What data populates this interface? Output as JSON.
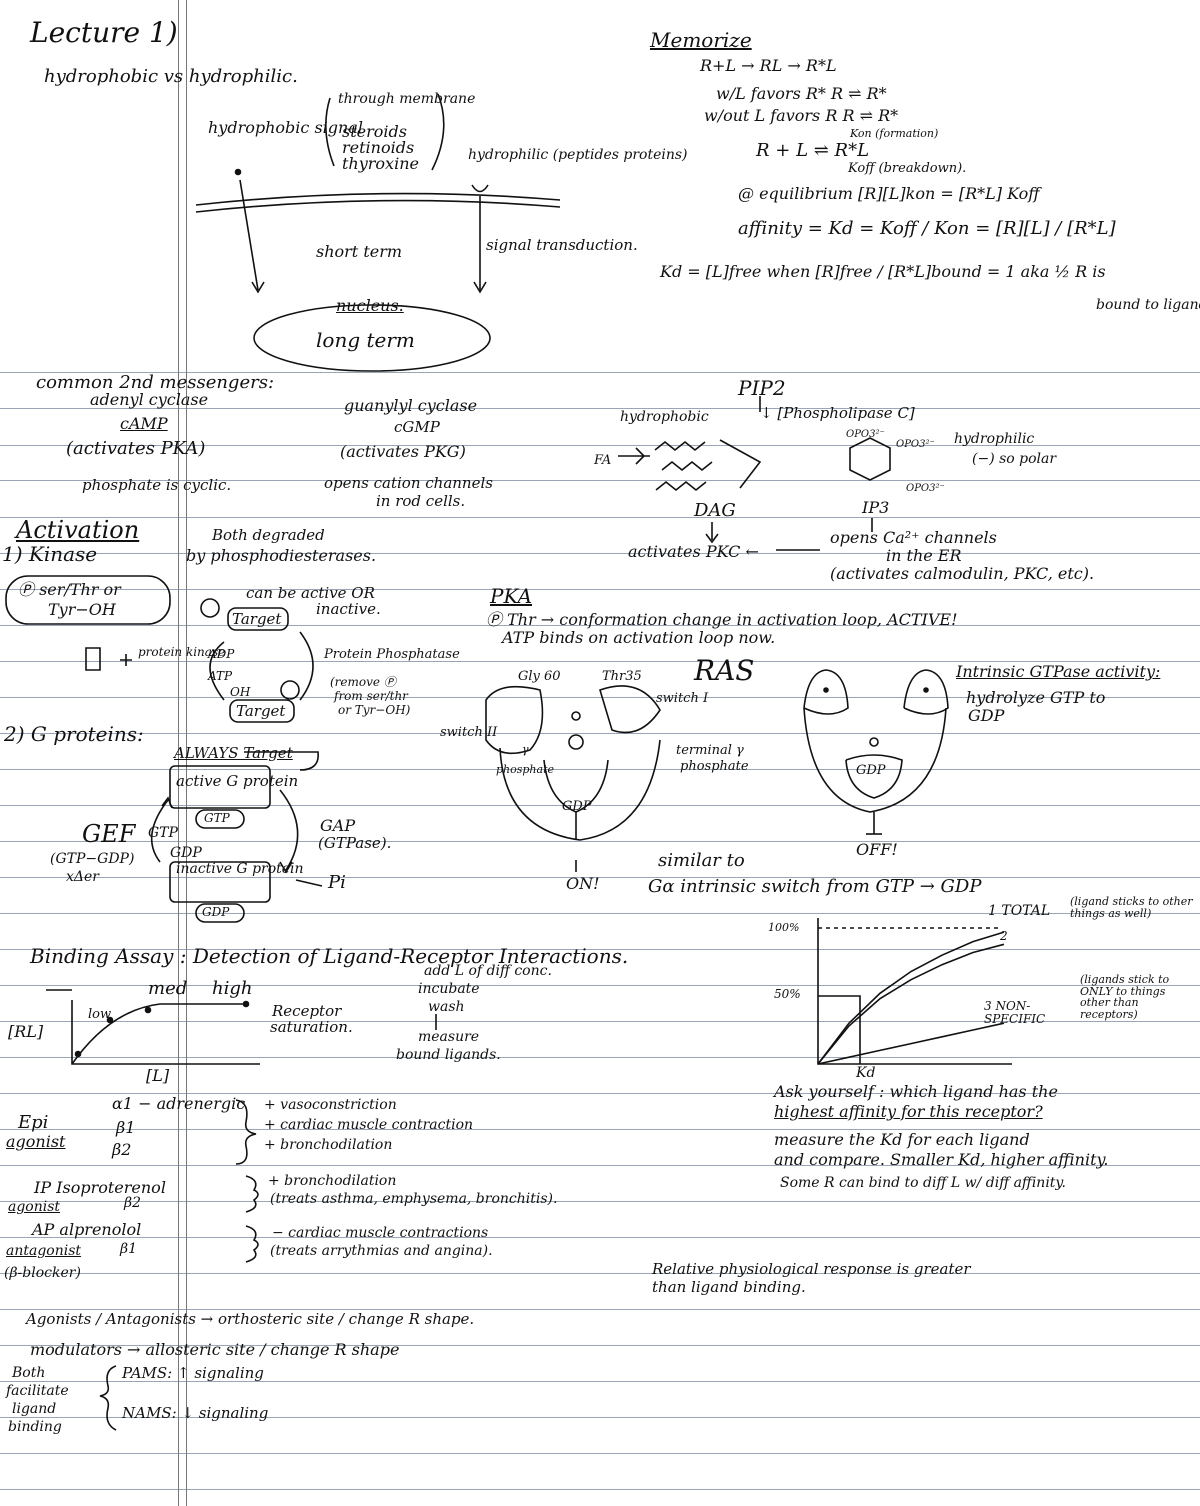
{
  "lecture": {
    "title": "Lecture 1)",
    "subtitle": "hydrophobic vs hydrophilic.",
    "hydrophobic_label": "hydrophobic signal",
    "through_membrane": "through membrane",
    "steroids": "steroids",
    "retinoids": "retinoids",
    "thyroxine": "thyroxine",
    "hydrophilic_label": "hydrophilic (peptides proteins)",
    "short_term": "short term",
    "signal_transduction": "signal transduction.",
    "nucleus": "nucleus.",
    "long_term": "long term"
  },
  "memorize": {
    "heading": "Memorize",
    "line1": "R+L → RL → R*L",
    "line2": "w/L favors R*    R ⇌ R*",
    "line3": "w/out L favors R   R ⇌ R*",
    "kon_note": "Kon (formation)",
    "line4": "R + L ⇌ R*L",
    "koff_note": "Koff (breakdown).",
    "equilibrium": "@ equilibrium   [R][L]kon = [R*L] Koff",
    "affinity": "affinity = Kd = Koff / Kon = [R][L] / [R*L]",
    "kd_line": "Kd = [L]free  when  [R]free / [R*L]bound = 1  aka ½ R is",
    "kd_tail": "bound to ligand."
  },
  "second_messengers": {
    "heading": "common 2nd messengers:",
    "adenyl": "adenyl cyclase",
    "camp": "cAMP",
    "activates_pka": "(activates PKA)",
    "phosphate_cyclic": "phosphate is cyclic.",
    "guanylyl": "guanylyl cyclase",
    "cgmp": "cGMP",
    "activates_pkg": "(activates PKG)",
    "opens_cation": "opens cation channels",
    "rod_cells": "in rod cells.",
    "both_degraded": "Both degraded",
    "phosphodiesterases": "by phosphodiesterases."
  },
  "pip2": {
    "heading": "PIP2",
    "hydrophobic": "hydrophobic",
    "phospholipase": "↓ [Phospholipase C]",
    "fa": "FA",
    "hydrophilic": "hydrophilic",
    "polar": "(−) so polar",
    "dag": "DAG",
    "ip3": "IP3",
    "po3_a": "OPO3²⁻",
    "po3_b": "OPO3²⁻",
    "po3_c": "OPO3²⁻",
    "activates_pkc": "activates PKC ←",
    "opens_ca": "opens Ca²⁺ channels",
    "in_er": "in the ER",
    "activates_calmodulin": "(activates calmodulin, PKC, etc)."
  },
  "activation": {
    "heading": "Activation",
    "kinase": "1) Kinase",
    "p_ser": "Ⓟ ser/Thr or",
    "tyr_oh": "Tyr−OH",
    "can_be": "can be active OR",
    "inactive": "inactive.",
    "target_top": "Target",
    "target_bot": "Target",
    "protein_kinase": "protein kinase",
    "adp": "ADP",
    "atp": "ATP",
    "oh": "OH",
    "protein_phosphatase": "Protein Phosphatase",
    "remove_p": "(remove Ⓟ",
    "from_ser": "from ser/thr",
    "or_tyr": "or Tyr−OH)"
  },
  "pka": {
    "heading": "PKA",
    "line1": "Ⓟ Thr → conformation change in activation loop, ACTIVE!",
    "line2": "ATP binds on activation loop now."
  },
  "ras": {
    "heading": "RAS",
    "gly60": "Gly 60",
    "thr35": "Thr35",
    "switch1": "switch I",
    "switch2": "switch II",
    "gamma": "γ",
    "phosphate": "phosphate",
    "terminal": "terminal γ",
    "terminal2": "phosphate",
    "gdp_left": "GDP",
    "on": "ON!",
    "gdp_right": "GDP",
    "off": "OFF!",
    "intrinsic": "Intrinsic GTPase activity:",
    "hydrolyze": "hydrolyze GTP to",
    "gdp_word": "GDP",
    "similar": "similar to",
    "galpha": "Gα  intrinsic switch from GTP → GDP"
  },
  "gproteins": {
    "heading": "2) G proteins:",
    "always": "ALWAYS Target",
    "active": "active G protein",
    "gtp_pill": "GTP",
    "gtp": "GTP",
    "gdp": "GDP",
    "gef": "GEF",
    "gef_sub": "(GTP−GDP)",
    "xchanger": "xΔer",
    "gap": "GAP",
    "gtpase": "(GTPase).",
    "inactive": "inactive G protein",
    "gdp_pill": "GDP",
    "pi": "Pi"
  },
  "binding": {
    "heading": "Binding Assay : Detection of Ligand-Receptor Interactions.",
    "low": "low",
    "med": "med",
    "high": "high",
    "receptor": "Receptor",
    "saturation": "saturation.",
    "ylabel": "[RL]",
    "xlabel": "[L]",
    "add_l": "add L of diff conc.",
    "incubate": "incubate",
    "wash": "wash",
    "measure": "measure",
    "bound": "bound ligands."
  },
  "graph": {
    "y100": "100%",
    "y50": "50%",
    "total": "1 TOTAL",
    "total_note": "(ligand sticks to other things as well)",
    "two": "2",
    "nonspecific": "3 NON- SPECIFIC",
    "nonspecific_note": "(ligands stick to ONLY to things other than receptors)",
    "kd": "Kd"
  },
  "chart_data": {
    "type": "line",
    "xlabel": "[L]",
    "ylabel": "[RL]",
    "series": [
      {
        "name": "1 TOTAL",
        "x": [
          0,
          1,
          2,
          3,
          4,
          5,
          6
        ],
        "values": [
          0,
          30,
          52,
          68,
          80,
          90,
          97
        ]
      },
      {
        "name": "2",
        "x": [
          0,
          1,
          2,
          3,
          4,
          5,
          6
        ],
        "values": [
          0,
          28,
          48,
          62,
          73,
          82,
          88
        ]
      },
      {
        "name": "3 NON- SPECIFIC",
        "x": [
          0,
          1,
          2,
          3,
          4,
          5,
          6
        ],
        "values": [
          0,
          5,
          10,
          15,
          20,
          25,
          30
        ]
      }
    ]
  },
  "ask": {
    "line1": "Ask yourself : which ligand has the",
    "line2": "highest affinity for this receptor?",
    "line3": "measure the Kd for each ligand",
    "line4": "and compare. Smaller Kd, higher affinity.",
    "line5": "Some R can bind to diff L w/ diff affinity.",
    "line6": "Relative physiological response is greater",
    "line7": "than ligand binding."
  },
  "drugs": {
    "epi": "Epi",
    "agonist1": "agonist",
    "a1": "α1 − adrenergic",
    "b1": "β1",
    "b2": "β2",
    "vaso": "+ vasoconstriction",
    "cardiac": "+ cardiac muscle contraction",
    "broncho": "+ bronchodilation",
    "ip": "IP Isoproterenol",
    "agonist2": "agonist",
    "ip_b2": "β2",
    "ip_eff1": "+ bronchodilation",
    "ip_eff2": "(treats asthma, emphysema, bronchitis).",
    "ap": "AP alprenolol",
    "antagonist": "antagonist",
    "ap_b1": "β1",
    "blocker": "(β-blocker)",
    "ap_eff1": "− cardiac muscle contractions",
    "ap_eff2": "(treats arrythmias and angina)."
  },
  "modulators": {
    "line1": "Agonists / Antagonists → orthosteric site / change R shape.",
    "line2": "modulators → allosteric site / change R shape",
    "both": "Both",
    "facilitate": "facilitate",
    "ligand": "ligand",
    "binding": "binding",
    "pams": "PAMS: ↑ signaling",
    "nams": "NAMS: ↓ signaling"
  }
}
